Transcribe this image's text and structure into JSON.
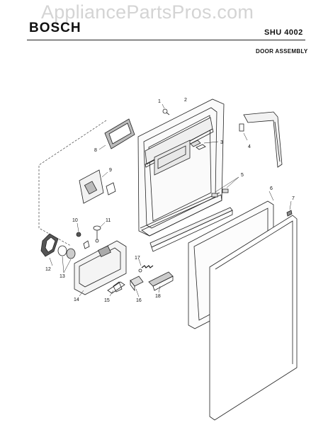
{
  "header": {
    "watermark": "AppliancePartsPros.com",
    "brand": "BOSCH",
    "model": "SHU 4002",
    "section": "DOOR ASSEMBLY"
  },
  "callouts": [
    "1",
    "2",
    "3",
    "4",
    "5",
    "6",
    "7",
    "8",
    "9",
    "10",
    "11",
    "12",
    "13",
    "14",
    "15",
    "16",
    "17",
    "18"
  ]
}
